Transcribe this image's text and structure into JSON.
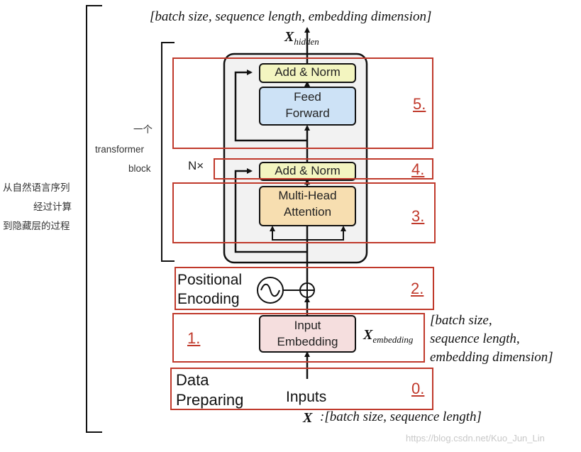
{
  "top_shape": "[batch size, sequence length, embedding dimension]",
  "x_hidden_main": "X",
  "x_hidden_sub": "hidden",
  "left_text": [
    "从自然语言序列",
    "经过计算",
    "到隐藏层的过程"
  ],
  "block_text": [
    "一个",
    "transformer",
    "block"
  ],
  "nx": "N×",
  "blocks": {
    "add_norm_top": "Add & Norm",
    "feed_forward": [
      "Feed",
      "Forward"
    ],
    "add_norm_mid": "Add & Norm",
    "multi_head": [
      "Multi-Head",
      "Attention"
    ],
    "input_embedding": [
      "Input",
      "Embedding"
    ]
  },
  "positional_encoding": [
    "Positional",
    "Encoding"
  ],
  "data_preparing": [
    "Data",
    "Preparing"
  ],
  "inputs": "Inputs",
  "x_embedding_main": "X",
  "x_embedding_sub": "embedding",
  "embedding_shape": [
    "[batch size,",
    "sequence length,",
    "embedding dimension]"
  ],
  "x_input": "X",
  "input_shape": ":[batch size, sequence length]",
  "steps": [
    "0.",
    "1.",
    "2.",
    "3.",
    "4.",
    "5."
  ],
  "watermark": "https://blog.csdn.net/Kuo_Jun_Lin",
  "colors": {
    "red_box": "#c0392b",
    "add_norm": "#f3f5c0",
    "feed_forward": "#cde2f6",
    "multi_head": "#f7deb0",
    "input_embedding": "#f5dede",
    "block_bg": "#f2f2f2"
  }
}
